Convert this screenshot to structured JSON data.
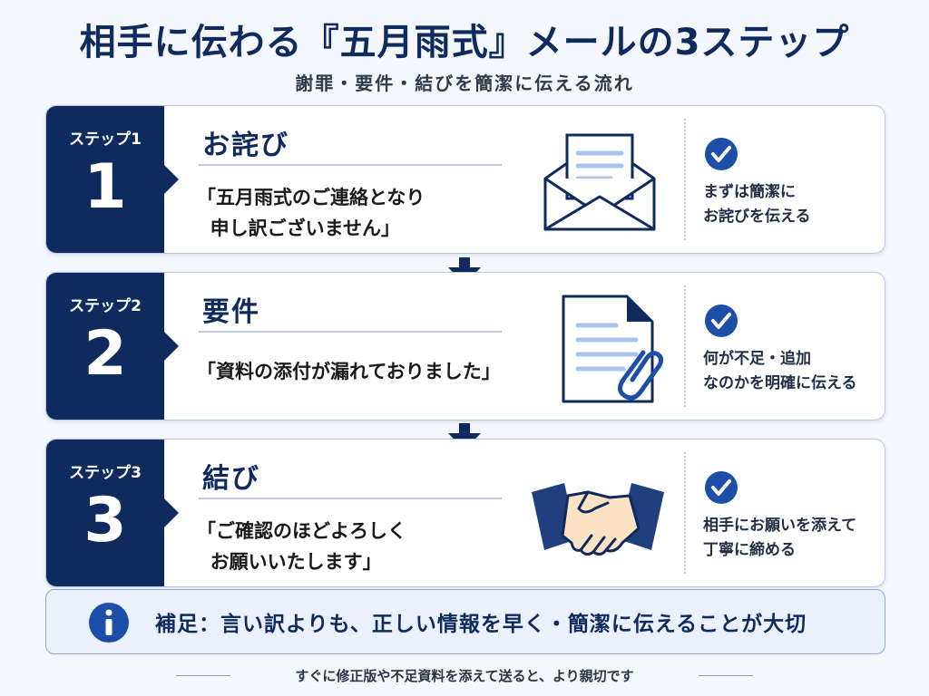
{
  "title": "相手に伝わる『五月雨式』メールの3ステップ",
  "subtitle": "謝罪・要件・結びを簡潔に伝える流れ",
  "steps": [
    {
      "badge_label": "ステップ1",
      "badge_number": "1",
      "title": "お詫び",
      "quote": "「五月雨式のご連絡となり\n  申し訳ございません」",
      "illustration": "envelope-icon",
      "note": "まずは簡潔に\nお詫びを伝える"
    },
    {
      "badge_label": "ステップ2",
      "badge_number": "2",
      "title": "要件",
      "quote": "「資料の添付が漏れておりました」",
      "illustration": "document-paperclip-icon",
      "note": "何が不足・追加\nなのかを明確に伝える"
    },
    {
      "badge_label": "ステップ3",
      "badge_number": "3",
      "title": "結び",
      "quote": "「ご確認のほどよろしく\n  お願いいたします」",
      "illustration": "handshake-icon",
      "note": "相手にお願いを添えて\n丁寧に締める"
    }
  ],
  "info": {
    "icon": "info-icon",
    "text": "補足：言い訳よりも、正しい情報を早く・簡潔に伝えることが大切"
  },
  "footer": "すぐに修正版や不足資料を添えて送ると、より親切です",
  "colors": {
    "navy": "#0f2a5c",
    "accent_blue": "#1e4fa8",
    "light_blue": "#a9c4ec",
    "background": "#f4f7fc"
  }
}
